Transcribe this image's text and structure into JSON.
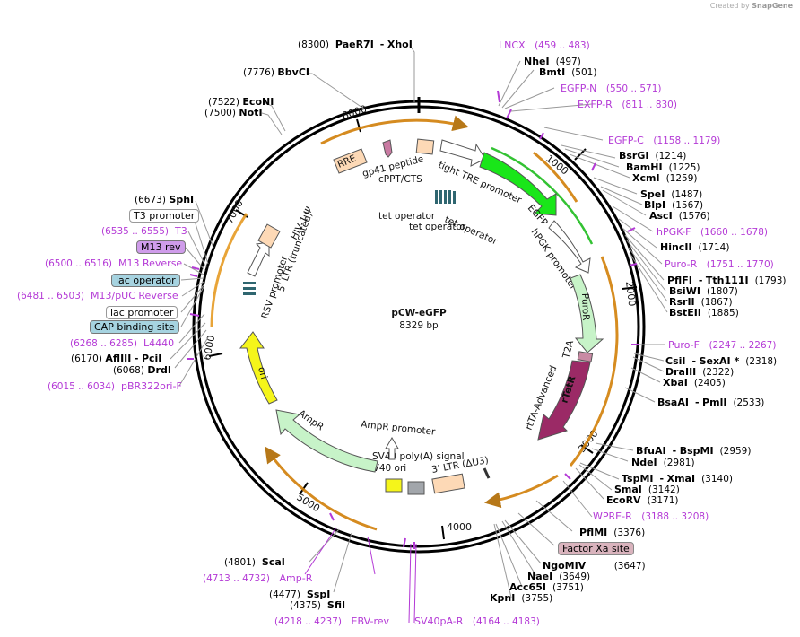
{
  "header": {
    "credit": "Created by",
    "brand": "SnapGene"
  },
  "map": {
    "name": "pCW-eGFP",
    "size": "8329 bp"
  },
  "ticks": [
    "1000",
    "2000",
    "3000",
    "4000",
    "5000",
    "6000",
    "7000",
    "8000"
  ],
  "features": {
    "rre": "RRE",
    "gp41": "gp41 peptide",
    "cppt": "cPPT/CTS",
    "tre": "tight TRE promoter",
    "egfp": "EGFP",
    "hpgk": "hPGK promoter",
    "purr": "PuroR",
    "t2a": "T2A",
    "rtetr": "rTetR",
    "rtta": "rtTA-Advanced",
    "tetop1": "tet operator",
    "tetop2": "tet operator",
    "tetop3": "tet operator",
    "ltr3": "3' LTR (ΔU3)",
    "sv40pa": "SV40 poly(A) signal",
    "sv40ori": "SV40 ori",
    "ampprom": "AmpR promoter",
    "ampr": "AmpR",
    "ori": "ori",
    "rsv": "RSV promoter",
    "ltr5": "5' LTR (truncated)",
    "hiv": "HIV-1 Ψ"
  },
  "boxed": {
    "t3prom": "T3 promoter",
    "m13rev": "M13 rev",
    "lacop": "lac operator",
    "lacprom": "lac promoter",
    "cap": "CAP binding site",
    "factorxa": "Factor Xa site"
  },
  "labels": {
    "l1_pos": "(8300)",
    "l1_a": "PaeR7I",
    "l1_sep": "-",
    "l1_b": "XhoI",
    "l2_pos": "(7776)",
    "l2_a": "BbvCI",
    "l3_pos": "(7522)",
    "l3_a": "EcoNI",
    "l4_pos": "(7500)",
    "l4_a": "NotI",
    "l5_pos": "(6673)",
    "l5_a": "SphI",
    "l6_a": "T3",
    "l6_pos": "(6535 .. 6555)",
    "l7_a": "M13 Reverse",
    "l7_pos": "(6500 .. 6516)",
    "l8_a": "M13/pUC Reverse",
    "l8_pos": "(6481 .. 6503)",
    "l9_a": "L4440",
    "l9_pos": "(6268 .. 6285)",
    "l10_pos": "(6170)",
    "l10_a": "AflIII",
    "l10_sep": "-",
    "l10_b": "PciI",
    "l11_pos": "(6068)",
    "l11_a": "DrdI",
    "l12_a": "pBR322ori-F",
    "l12_pos": "(6015 .. 6034)",
    "r1_a": "LNCX",
    "r1_pos": "(459 .. 483)",
    "r2_a": "NheI",
    "r2_pos": "(497)",
    "r3_a": "BmtI",
    "r3_pos": "(501)",
    "r4_a": "EGFP-N",
    "r4_pos": "(550 .. 571)",
    "r5_a": "EXFP-R",
    "r5_pos": "(811 .. 830)",
    "r6_a": "EGFP-C",
    "r6_pos": "(1158 .. 1179)",
    "r7_a": "BsrGI",
    "r7_pos": "(1214)",
    "r8_a": "BamHI",
    "r8_pos": "(1225)",
    "r9_a": "XcmI",
    "r9_pos": "(1259)",
    "r10_a": "SpeI",
    "r10_pos": "(1487)",
    "r11_a": "BlpI",
    "r11_pos": "(1567)",
    "r12_a": "AscI",
    "r12_pos": "(1576)",
    "r13_a": "hPGK-F",
    "r13_pos": "(1660 .. 1678)",
    "r14_a": "HincII",
    "r14_pos": "(1714)",
    "r15_a": "Puro-R",
    "r15_pos": "(1751 .. 1770)",
    "r16_a": "PflFI",
    "r16_sep": "-",
    "r16_b": "Tth111I",
    "r16_pos": "(1793)",
    "r17_a": "BsiWI",
    "r17_pos": "(1807)",
    "r18_a": "RsrII",
    "r18_pos": "(1867)",
    "r19_a": "BstEII",
    "r19_pos": "(1885)",
    "r20_a": "Puro-F",
    "r20_pos": "(2247 .. 2267)",
    "r21_a": "CsiI",
    "r21_sep": "-",
    "r21_b": "SexAI *",
    "r21_pos": "(2318)",
    "r22_a": "DraIII",
    "r22_pos": "(2322)",
    "r23_a": "XbaI",
    "r23_pos": "(2405)",
    "r24_a": "BsaAI",
    "r24_sep": "-",
    "r24_b": "PmlI",
    "r24_pos": "(2533)",
    "r25_a": "BfuAI",
    "r25_sep": "-",
    "r25_b": "BspMI",
    "r25_pos": "(2959)",
    "r26_a": "NdeI",
    "r26_pos": "(2981)",
    "r27_a": "TspMI",
    "r27_sep": "-",
    "r27_b": "XmaI",
    "r27_pos": "(3140)",
    "r28_a": "SmaI",
    "r28_pos": "(3142)",
    "r29_a": "EcoRV",
    "r29_pos": "(3171)",
    "r30_a": "WPRE-R",
    "r30_pos": "(3188 .. 3208)",
    "r31_a": "PflMI",
    "r31_pos": "(3376)",
    "r33_a": "NgoMIV",
    "r33_pos": "(3647)",
    "r34_a": "NaeI",
    "r34_pos": "(3649)",
    "r35_a": "Acc65I",
    "r35_pos": "(3751)",
    "r36_a": "KpnI",
    "r36_pos": "(3755)",
    "b1_pos": "(4801)",
    "b1_a": "ScaI",
    "b2_pos": "(4713 .. 4732)",
    "b2_a": "Amp-R",
    "b3_pos": "(4477)",
    "b3_a": "SspI",
    "b4_pos": "(4375)",
    "b4_a": "SfiI",
    "b5_pos": "(4218 .. 4237)",
    "b5_a": "EBV-rev",
    "b6_a": "SV40pA-R",
    "b6_pos": "(4164 .. 4183)"
  },
  "colors": {
    "enzyme": "#111111",
    "primer": "#b43ad6",
    "boxed_blue": "#a6d3e0",
    "boxed_purple": "#cf9cea",
    "boxed_pink": "#d9b3bd",
    "rre": "#fdd9b6",
    "gp41": "#c97aa2",
    "cppt": "#fdd9b6",
    "tre": "#ffffff",
    "egfp": "#19e619",
    "hpgk": "#ffffff",
    "purr": "#c7f3c8",
    "rtetr": "#9b2a66",
    "tetop": "#2f6670",
    "ltr": "#fdd9b6",
    "sv40pa": "#a2a6ab",
    "sv40ori": "#f5f51a",
    "ampr": "#c7f3c8",
    "ori": "#f5f51a",
    "cds_arc": "#e69a22"
  }
}
